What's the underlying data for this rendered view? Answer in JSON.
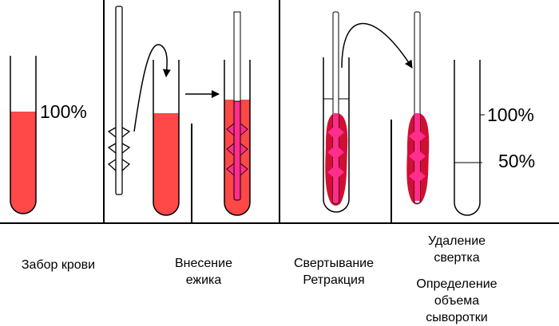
{
  "colors": {
    "blood": "#ff4848",
    "clot": "#d10f35",
    "hedgehog": "#ff2d8c",
    "outline": "#000000",
    "background": "#ffffff"
  },
  "labels": {
    "full_level_left": "100%",
    "full_level_right": "100%",
    "half_level_right": "50%"
  },
  "steps": [
    {
      "id": "blood-draw",
      "lines": [
        "Забор крови"
      ]
    },
    {
      "id": "hedgehog-insertion",
      "lines": [
        "Внесение",
        "ежика"
      ]
    },
    {
      "id": "clotting-retraction",
      "lines": [
        "Свертывание",
        "Ретракция"
      ]
    },
    {
      "id": "clot-removal",
      "lines": [
        "Удаление",
        "свертка"
      ]
    },
    {
      "id": "serum-volume",
      "lines": [
        "Определение",
        "объема",
        "сыворотки"
      ]
    }
  ]
}
